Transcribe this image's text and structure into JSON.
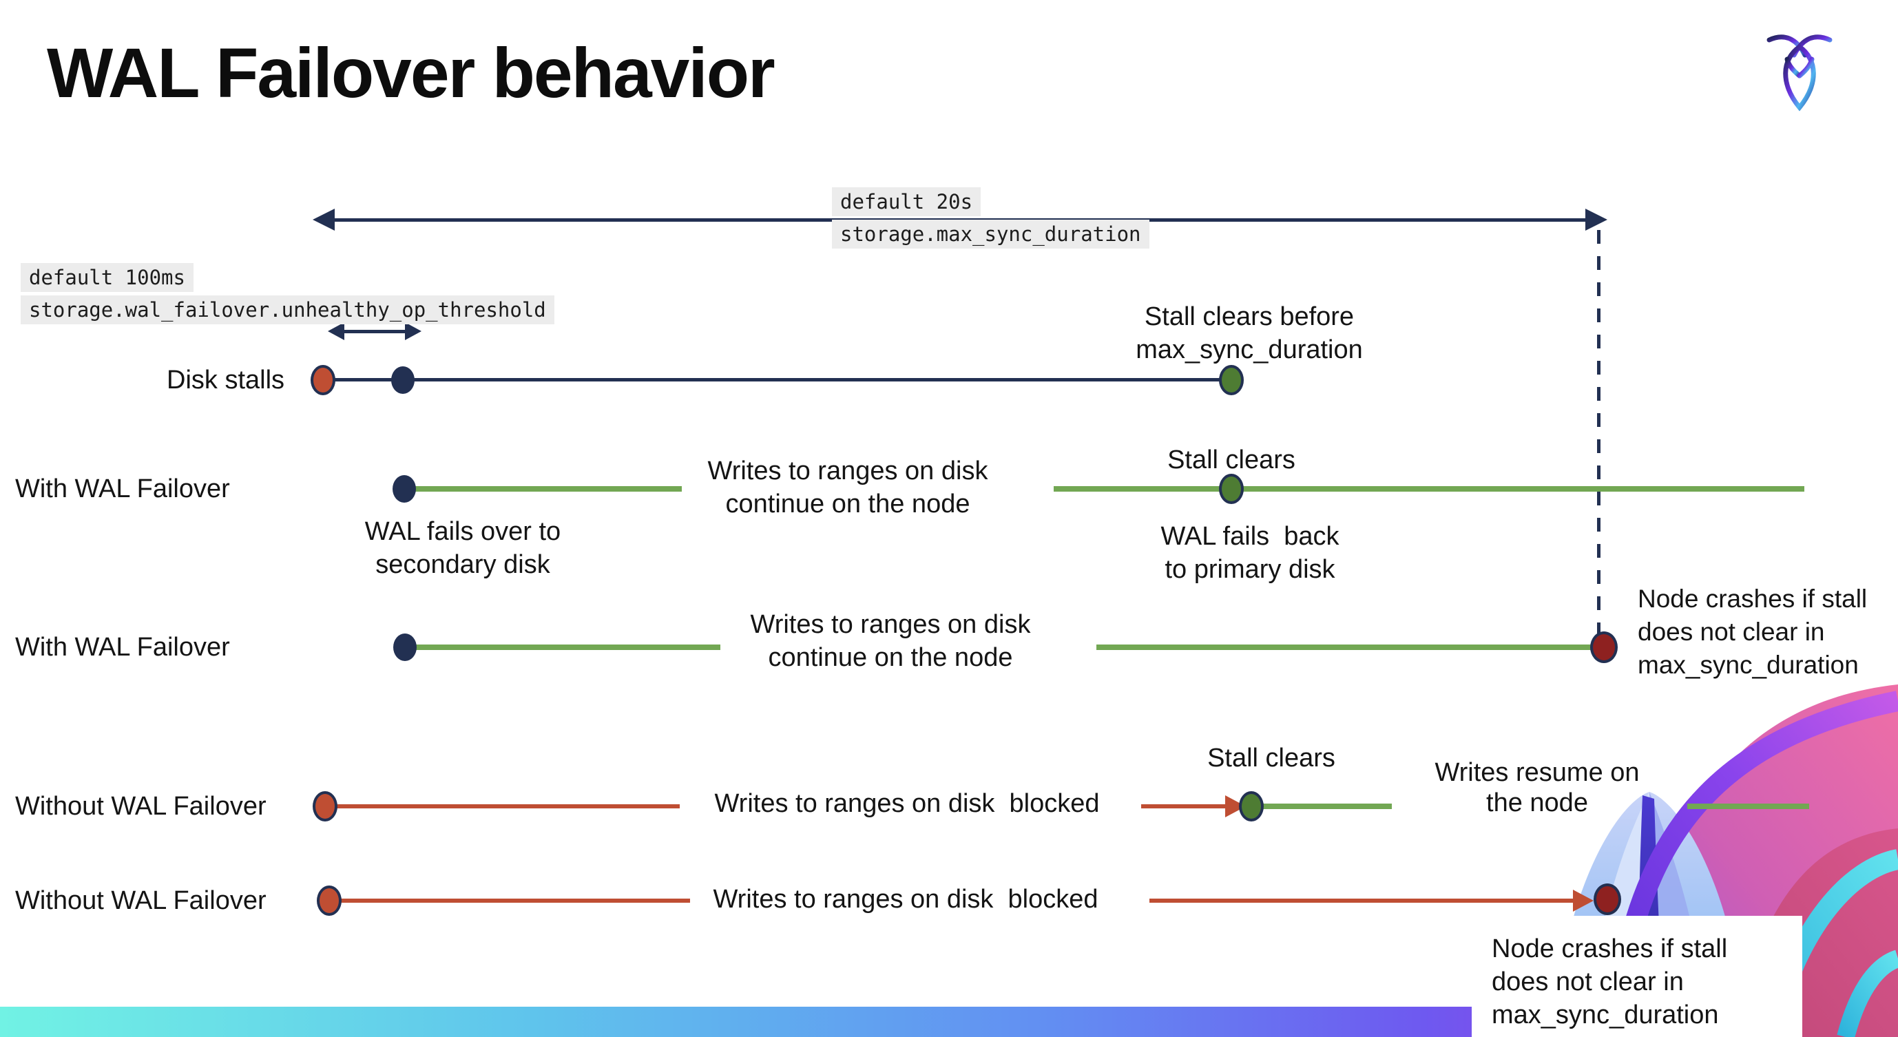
{
  "title": "WAL Failover behavior",
  "logo": {
    "name": "cockroachdb-logo"
  },
  "settings": {
    "max_sync_duration": {
      "default_label": "default 20s",
      "setting_name": "storage.max_sync_duration"
    },
    "unhealthy_op_threshold": {
      "default_label": "default 100ms",
      "setting_name": "storage.wal_failover.unhealthy_op_threshold"
    }
  },
  "rows": [
    {
      "label": "Disk stalls",
      "stall_clears": "Stall clears before\nmax_sync_duration"
    },
    {
      "label": "With WAL Failover",
      "failover": "WAL fails over to\nsecondary disk",
      "writes": "Writes to ranges on disk\ncontinue on the node",
      "stall_clears": "Stall clears",
      "failback": "WAL fails  back\nto primary disk"
    },
    {
      "label": "With WAL Failover",
      "writes": "Writes to ranges on disk\ncontinue on the node",
      "crash": "Node crashes if stall\ndoes not clear in\nmax_sync_duration"
    },
    {
      "label": "Without WAL Failover",
      "writes": "Writes to ranges on disk  blocked",
      "stall_clears": "Stall clears",
      "resume": "Writes resume on\nthe node"
    },
    {
      "label": "Without WAL Failover",
      "writes": "Writes to ranges on disk  blocked",
      "crash": "Node crashes if stall\ndoes not clear in\nmax_sync_duration"
    }
  ],
  "colors": {
    "navy": "#223052",
    "green_line": "#72a753",
    "green_dot": "#4e7c33",
    "red": "#bf4e33",
    "dark_red": "#8e2120",
    "code_bg": "#ececec",
    "text": "#141414",
    "bar_left": "#71f2e4",
    "bar_mid": "#628ff2",
    "bar_right": "#b02fd0"
  }
}
